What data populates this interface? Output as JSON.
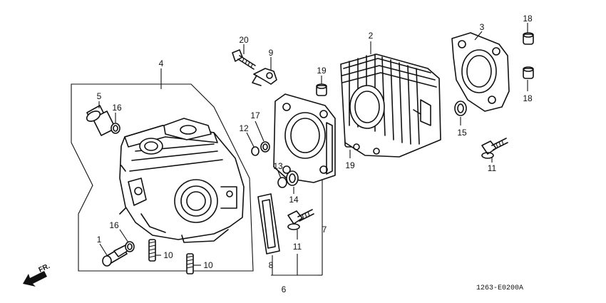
{
  "diagram": {
    "reference_code": "1263-E0200A",
    "direction_label": "FR.",
    "callouts": {
      "c1": "1",
      "c2": "2",
      "c3": "3",
      "c4": "4",
      "c5": "5",
      "c6": "6",
      "c7": "7",
      "c8": "8",
      "c9": "9",
      "c10a": "10",
      "c10b": "10",
      "c11a": "11",
      "c11b": "11",
      "c12": "12",
      "c13": "13",
      "c14": "14",
      "c15": "15",
      "c16a": "16",
      "c16b": "16",
      "c17": "17",
      "c18a": "18",
      "c18b": "18",
      "c19a": "19",
      "c19b": "19",
      "c20": "20"
    }
  }
}
